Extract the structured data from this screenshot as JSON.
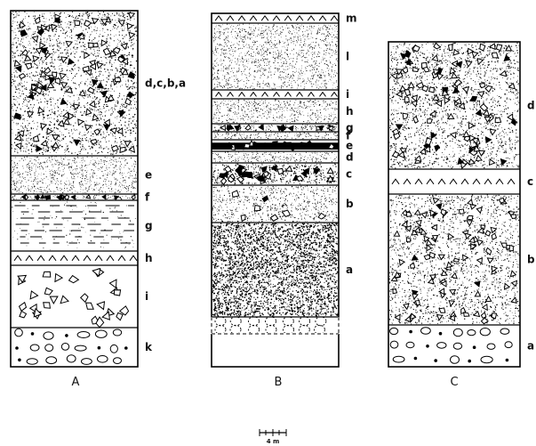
{
  "columns": [
    {
      "caption": "A",
      "layers": [
        {
          "label": "d,c,b,a",
          "pattern": "gravel-dense"
        },
        {
          "label": "e",
          "pattern": "fine-dots"
        },
        {
          "label": "f",
          "pattern": "dark-clasts"
        },
        {
          "label": "g",
          "pattern": "dashes"
        },
        {
          "label": "h",
          "pattern": "carets"
        },
        {
          "label": "i",
          "pattern": "coarse-clasts"
        },
        {
          "label": "k",
          "pattern": "cobbles"
        }
      ]
    },
    {
      "caption": "B",
      "layers": [
        {
          "label": "m",
          "pattern": "carets"
        },
        {
          "label": "l",
          "pattern": "fine-dots"
        },
        {
          "label": "i",
          "pattern": "carets"
        },
        {
          "label": "h",
          "pattern": "fine-dots"
        },
        {
          "label": "g",
          "pattern": "dark-clasts"
        },
        {
          "label": "f",
          "pattern": "fine-dots"
        },
        {
          "label": "e",
          "pattern": "black-clasts"
        },
        {
          "label": "d",
          "pattern": "fine-dots"
        },
        {
          "label": "c",
          "pattern": "gravel-dark"
        },
        {
          "label": "b",
          "pattern": "sparse-clasts"
        },
        {
          "label": "a",
          "pattern": "coarse-dots"
        },
        {
          "label": "",
          "pattern": "dashed-cobbles"
        }
      ]
    },
    {
      "caption": "C",
      "layers": [
        {
          "label": "d",
          "pattern": "gravel-dense"
        },
        {
          "label": "c",
          "pattern": "carets"
        },
        {
          "label": "b",
          "pattern": "gravel-medium"
        },
        {
          "label": "a",
          "pattern": "cobbles"
        }
      ]
    }
  ],
  "scale_bar": {
    "label": "4 m"
  }
}
